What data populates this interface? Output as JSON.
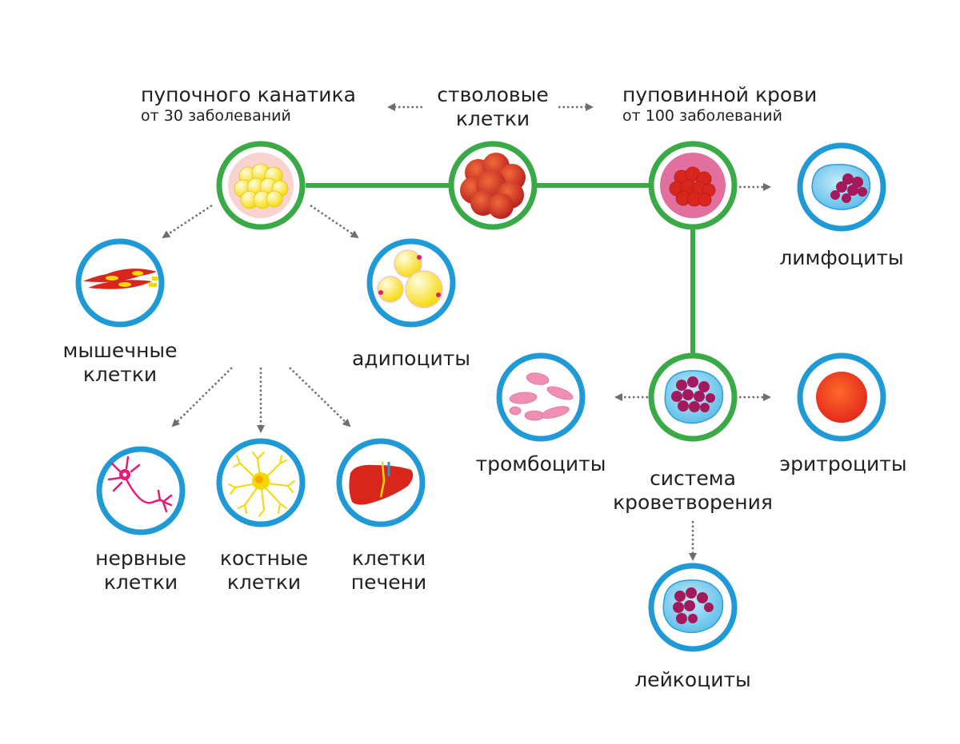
{
  "center": {
    "line1": "стволовые",
    "line2": "клетки"
  },
  "left_source": {
    "title": "пупочного канатика",
    "subtitle": "от 30 заболеваний"
  },
  "right_source": {
    "title": "пуповинной крови",
    "subtitle": "от 100 заболеваний"
  },
  "cells": {
    "muscle": {
      "line1": "мышечные",
      "line2": "клетки"
    },
    "adipocytes": {
      "label": "адипоциты"
    },
    "nerve": {
      "line1": "нервные",
      "line2": "клетки"
    },
    "bone": {
      "line1": "костные",
      "line2": "клетки"
    },
    "liver": {
      "line1": "клетки",
      "line2": "печени"
    },
    "lymphocytes": {
      "label": "лимфоциты"
    },
    "platelets": {
      "label": "тромбоциты"
    },
    "hematopoiesis": {
      "line1": "система",
      "line2": "кроветворения"
    },
    "erythrocytes": {
      "label": "эритроциты"
    },
    "leukocytes": {
      "label": "лейкоциты"
    }
  },
  "colors": {
    "stem_ring": "#3aaa47",
    "cell_ring": "#1f9ad6",
    "arrow": "#6d6e71",
    "text": "#231f20"
  }
}
